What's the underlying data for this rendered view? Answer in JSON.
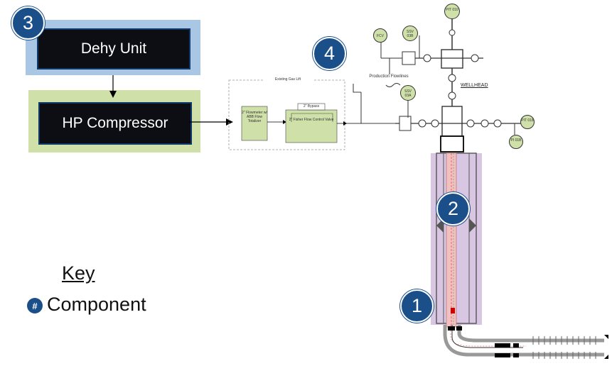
{
  "components": {
    "dehy": {
      "label": "Dehy Unit",
      "number": "3"
    },
    "compressor": {
      "label": "HP Compressor"
    },
    "gas_lift": {
      "number": "4",
      "title": "Existing Gas Lift",
      "flowmeter": "2\" Flowmeter w/ ABB Flow Totalizer",
      "bypass": "2\" Bypass",
      "valve": "2\" Fisher Flow Control Valve"
    },
    "wellhead": {
      "label": "WELLHEAD",
      "production": "Production Flowlines",
      "number": "2"
    },
    "downhole": {
      "number": "1"
    }
  },
  "instruments": {
    "pit010": "PIT 010",
    "ssv03b": "SSV 03B",
    "ssv03a": "SSV 03A",
    "fcv": "FCV",
    "pit018": "PIT 018",
    "pi01b": "PI 01B"
  },
  "key": {
    "title": "Key",
    "marker": "#",
    "label": "Component"
  },
  "colors": {
    "blue_badge": "#1b4f8a",
    "dehy_bg": "#a9c7e4",
    "compressor_bg": "#cfe0a8",
    "wellbore_bg": "#d9c6e2",
    "tubing": "#f2c0c0"
  }
}
